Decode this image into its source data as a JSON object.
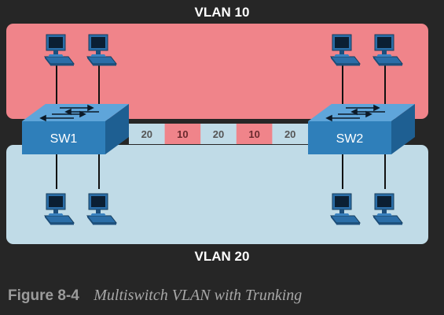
{
  "vlan_top": {
    "label": "VLAN 10",
    "color": "#f0848a"
  },
  "vlan_bottom": {
    "label": "VLAN 20",
    "color": "#c0dbe7"
  },
  "switches": [
    {
      "label": "SW1"
    },
    {
      "label": "SW2"
    }
  ],
  "switch_color": "#2f7fba",
  "trunk": {
    "segments": [
      {
        "label": "20",
        "vlan": "20"
      },
      {
        "label": "10",
        "vlan": "10"
      },
      {
        "label": "20",
        "vlan": "20"
      },
      {
        "label": "10",
        "vlan": "10"
      },
      {
        "label": "20",
        "vlan": "20"
      }
    ]
  },
  "icons": {
    "pc": "pc-icon",
    "switch": "switch-icon"
  },
  "caption": {
    "figure": "Figure 8-4",
    "title": "Multiswitch VLAN with Trunking"
  }
}
